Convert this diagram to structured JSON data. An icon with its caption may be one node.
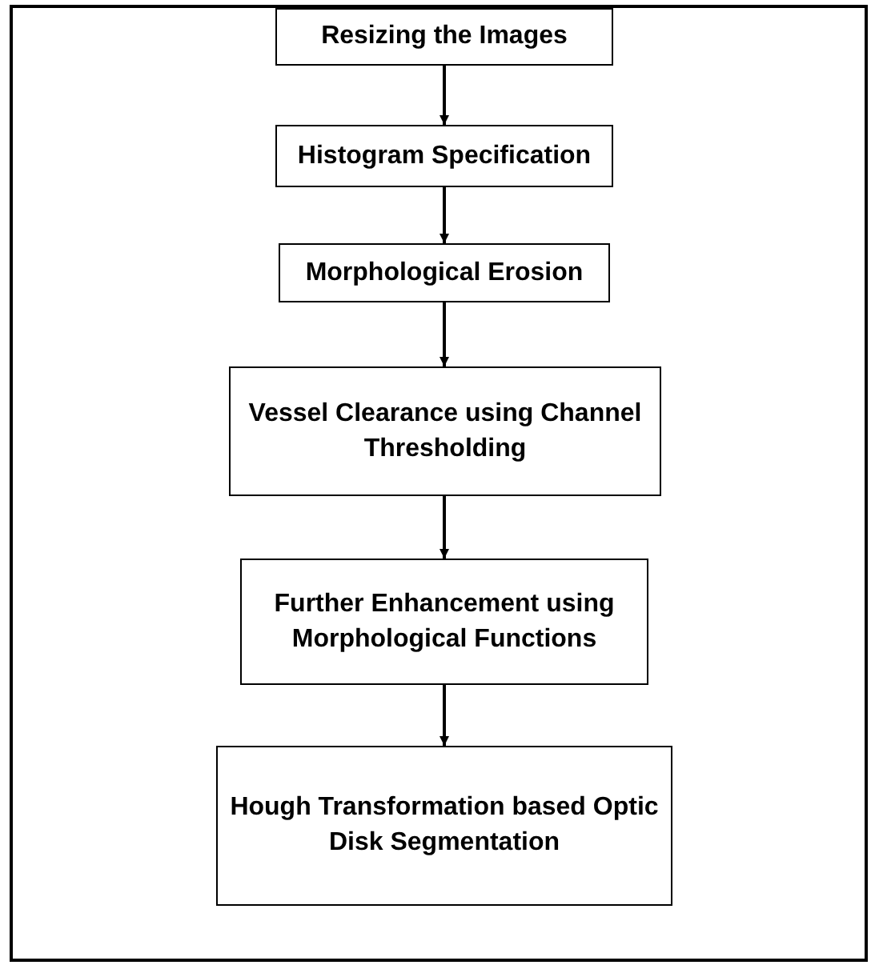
{
  "diagram": {
    "nodes": [
      {
        "text": [
          "Resizing the Images"
        ]
      },
      {
        "text": [
          "Histogram Specification"
        ]
      },
      {
        "text": [
          "Morphological Erosion"
        ]
      },
      {
        "text": [
          "Vessel Clearance using Channel Thresholding"
        ]
      },
      {
        "text": [
          "Further Enhancement using Morphological Functions"
        ]
      },
      {
        "text": [
          "Hough Transformation based Optic Disk Segmentation"
        ]
      }
    ],
    "edges": [
      {
        "from": 0,
        "to": 1,
        "arrow": "to"
      },
      {
        "from": 1,
        "to": 2,
        "arrow": "to"
      },
      {
        "from": 2,
        "to": 3,
        "arrow": "to"
      },
      {
        "from": 3,
        "to": 4,
        "arrow": "to"
      },
      {
        "from": 4,
        "to": 5,
        "arrow": "to"
      }
    ]
  }
}
